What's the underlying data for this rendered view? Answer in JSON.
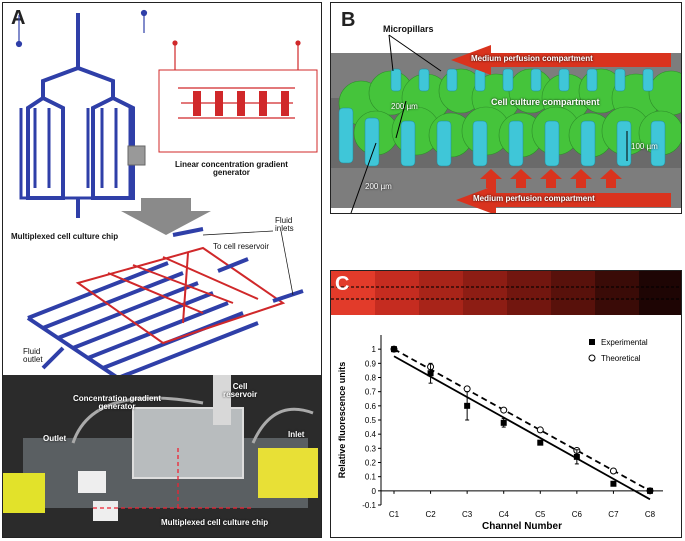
{
  "panel_a": {
    "letter": "A",
    "gradient_label": "Linear concentration gradient\ngenerator",
    "chip_label": "Multiplexed cell culture chip",
    "fluid_inlets": "Fluid\ninlets",
    "to_reservoir": "To cell reservoir",
    "fluid_outlet": "Fluid\noutlet",
    "photo": {
      "cell_reservoir": "Cell\nreservoir",
      "concentration": "Concentration gradient\ngenerator",
      "outlet": "Outlet",
      "inlet": "Inlet",
      "chip": "Multiplexed cell culture chip"
    }
  },
  "panel_b": {
    "letter": "B",
    "micropillars": "Micropillars",
    "medium_top": "Medium perfusion compartment",
    "cell_culture": "Cell culture compartment",
    "medium_bottom": "Medium perfusion compartment",
    "dim_200_top": "200 µm",
    "dim_100": "100 µm",
    "dim_200_bottom": "200 µm"
  },
  "panel_c": {
    "letter": "C"
  },
  "colors": {
    "chip_blue": "#2f3fa8",
    "gradient_red": "#d0282a",
    "cell_green": "#45c43b",
    "pillar_cyan": "#3fc6d8",
    "arrow_red": "#d9331e"
  },
  "chart_data": {
    "type": "scatter",
    "ylabel": "Relative fluorescence units",
    "xlabel": "Channel Number",
    "categories": [
      "C1",
      "C2",
      "C3",
      "C4",
      "C5",
      "C6",
      "C7",
      "C8"
    ],
    "ylim": [
      -0.1,
      1.1
    ],
    "yticks": [
      "-0.1",
      "0",
      "0.1",
      "0.2",
      "0.3",
      "0.4",
      "0.5",
      "0.6",
      "0.7",
      "0.8",
      "0.9",
      "1"
    ],
    "legend_position": "top-right",
    "series": [
      {
        "name": "Experimental",
        "marker": "filled-square",
        "values": [
          1.0,
          0.83,
          0.6,
          0.48,
          0.34,
          0.24,
          0.05,
          0.0
        ],
        "errors": [
          0,
          0.07,
          0.1,
          0.03,
          0.01,
          0.05,
          0.01,
          0
        ]
      },
      {
        "name": "Theoretical",
        "marker": "open-circle",
        "values": [
          1.0,
          0.875,
          0.72,
          0.57,
          0.43,
          0.285,
          0.14,
          0.0
        ]
      }
    ],
    "fit_lines": [
      {
        "style": "solid",
        "y_start": 0.95,
        "y_end": -0.06
      },
      {
        "style": "dashed",
        "y_start": 1.0,
        "y_end": 0.0
      }
    ],
    "grid": false
  }
}
